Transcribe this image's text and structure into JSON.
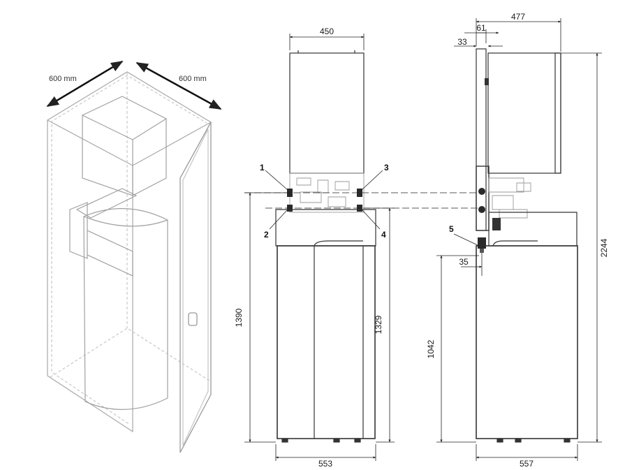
{
  "iso_view": {
    "width_label": "600 mm",
    "depth_label": "600 mm"
  },
  "front_view": {
    "top_width": "450",
    "height_pipe_upper": "1390",
    "height_pipe_lower": "1329",
    "base_width": "553",
    "callouts": [
      "1",
      "2",
      "3",
      "4"
    ]
  },
  "side_view": {
    "total_depth": "477",
    "wall_offset": "61",
    "bracket_depth": "33",
    "pipe_offset": "35",
    "connection_height": "1042",
    "total_height": "2244",
    "base_depth": "557",
    "callout": "5"
  },
  "colors": {
    "line": "#333333",
    "faint": "#9a9a9a",
    "dark_fill": "#2a2a2a"
  }
}
